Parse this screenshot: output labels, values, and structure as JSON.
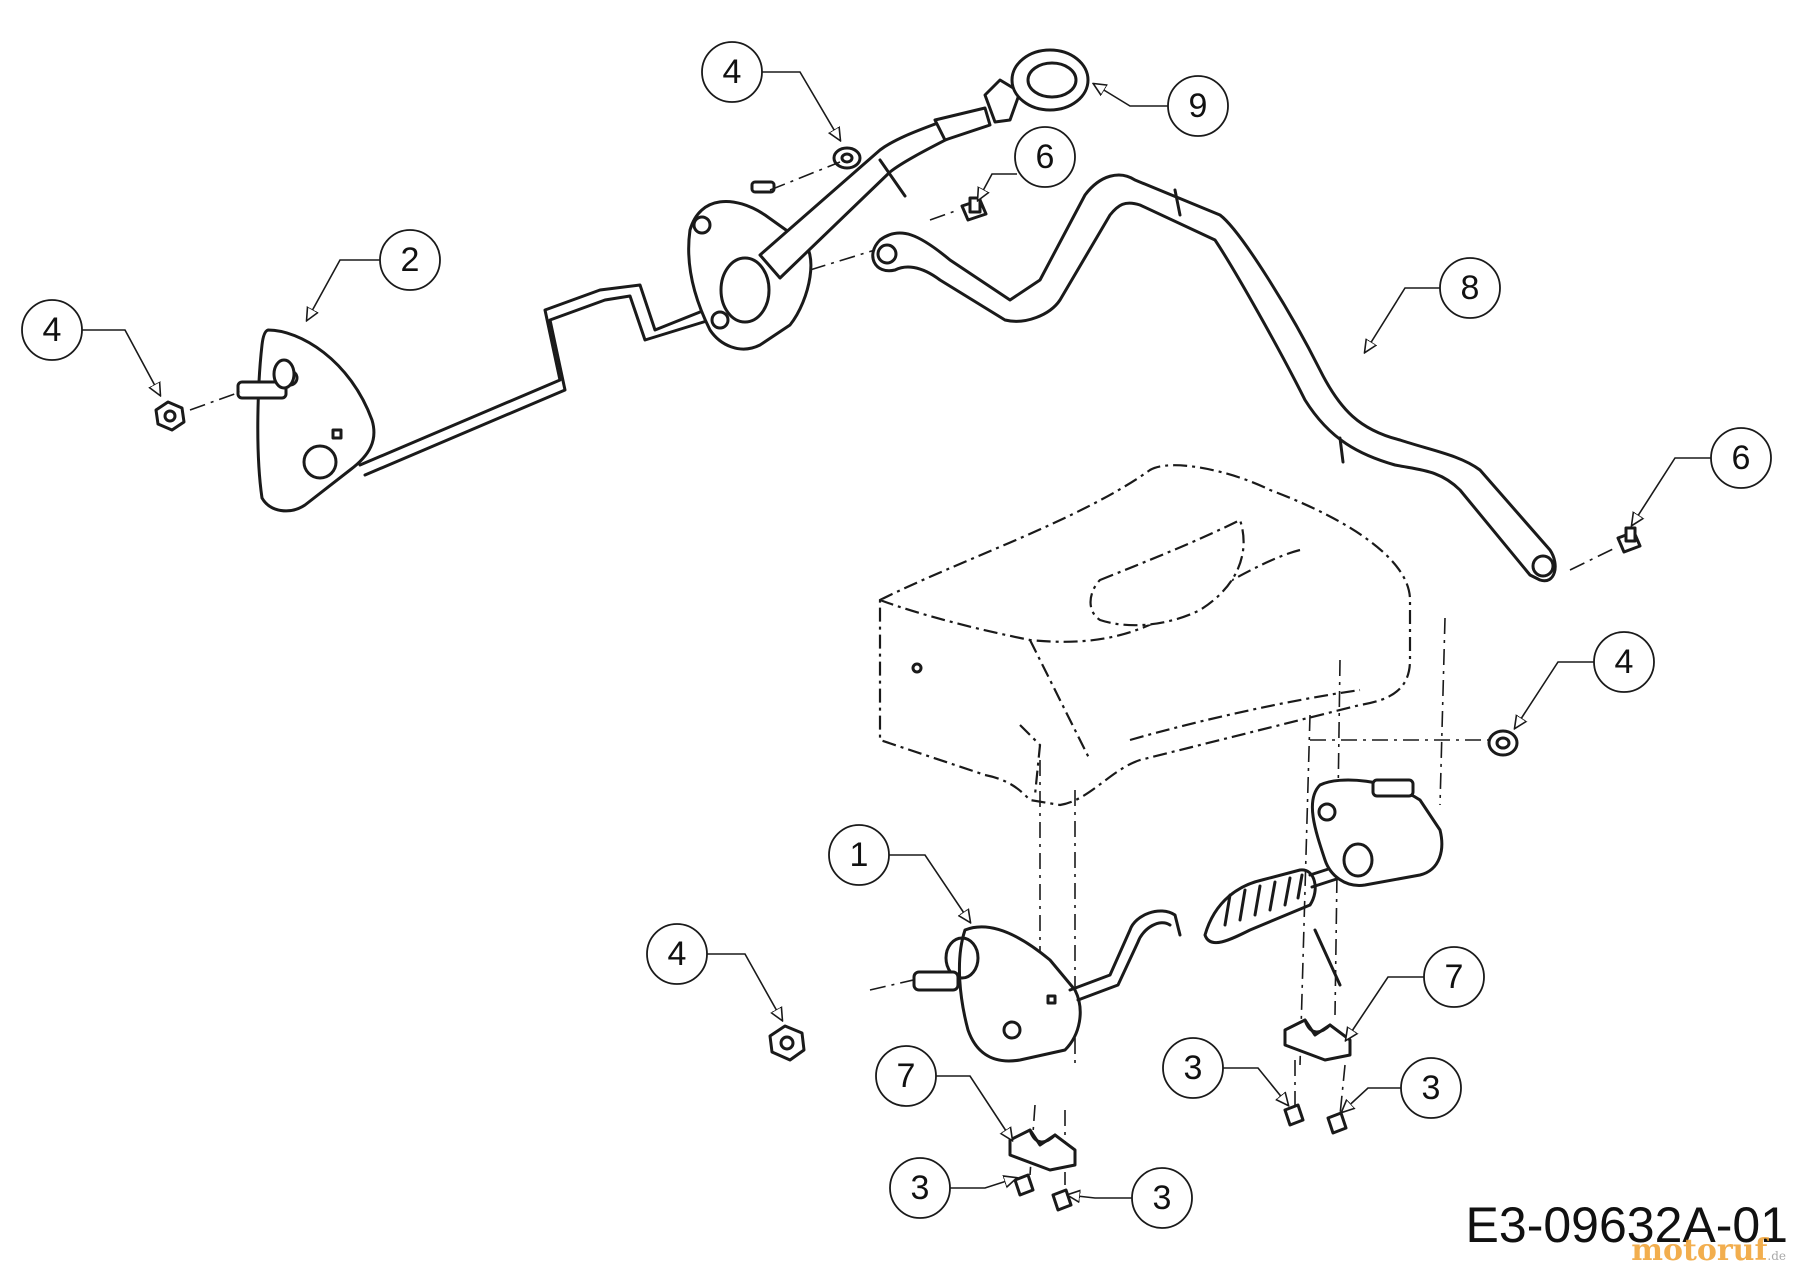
{
  "callouts": {
    "c1": "1",
    "c2": "2",
    "c3": "3",
    "c4": "4",
    "c6": "6",
    "c7": "7",
    "c8": "8",
    "c9": "9"
  },
  "drawing_code": "E3-09632A-01",
  "watermark": {
    "name": "motoruf",
    "tld": ".de"
  },
  "colors": {
    "line": "#1a1a1a",
    "watermark": "#f0a030"
  }
}
